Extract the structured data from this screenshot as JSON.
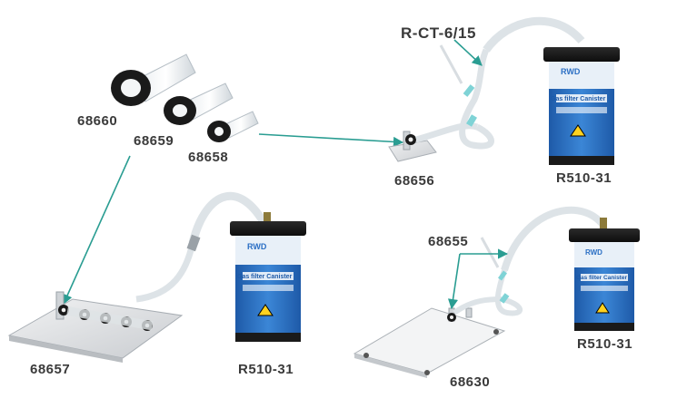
{
  "labels": {
    "r_ct": "R-CT-6/15",
    "p68660": "68660",
    "p68659": "68659",
    "p68658": "68658",
    "p68656": "68656",
    "r510_top": "R510-31",
    "p68655": "68655",
    "p68657": "68657",
    "r510_bl": "R510-31",
    "r510_br": "R510-31",
    "p68630": "68630"
  },
  "canister": {
    "title": "Gas filter Canister",
    "brand": "RWD"
  },
  "colors": {
    "arrow": "#2a9d92",
    "canister_lid": "#1c1c1c",
    "canister_label": "#2b6fc4",
    "tube": "#dfe6ea",
    "connector": "#7fd3d6",
    "plate": "#d9dcdf",
    "text": "#3a3a3a"
  }
}
